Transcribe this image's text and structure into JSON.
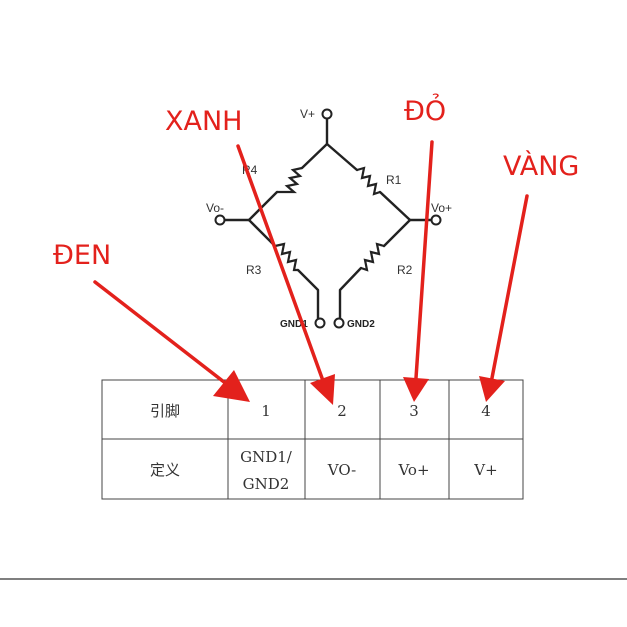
{
  "circuit": {
    "terminals": {
      "v_plus": "V+",
      "vo_minus": "Vo-",
      "vo_plus": "Vo+",
      "gnd1": "GND1",
      "gnd2": "GND2"
    },
    "resistors": [
      "R1",
      "R2",
      "R3",
      "R4"
    ]
  },
  "wire_colors": {
    "black": "ĐEN",
    "blue": "XANH",
    "red": "ĐỎ",
    "yellow": "VÀNG",
    "label_color": "#e3211c"
  },
  "pin_table": {
    "row_pin_header": "引脚",
    "row_def_header": "定义",
    "pins": [
      "1",
      "2",
      "3",
      "4"
    ],
    "definitions": [
      [
        "GND1/",
        "GND2"
      ],
      [
        "VO-"
      ],
      [
        "Vo+"
      ],
      [
        "V+"
      ]
    ]
  }
}
